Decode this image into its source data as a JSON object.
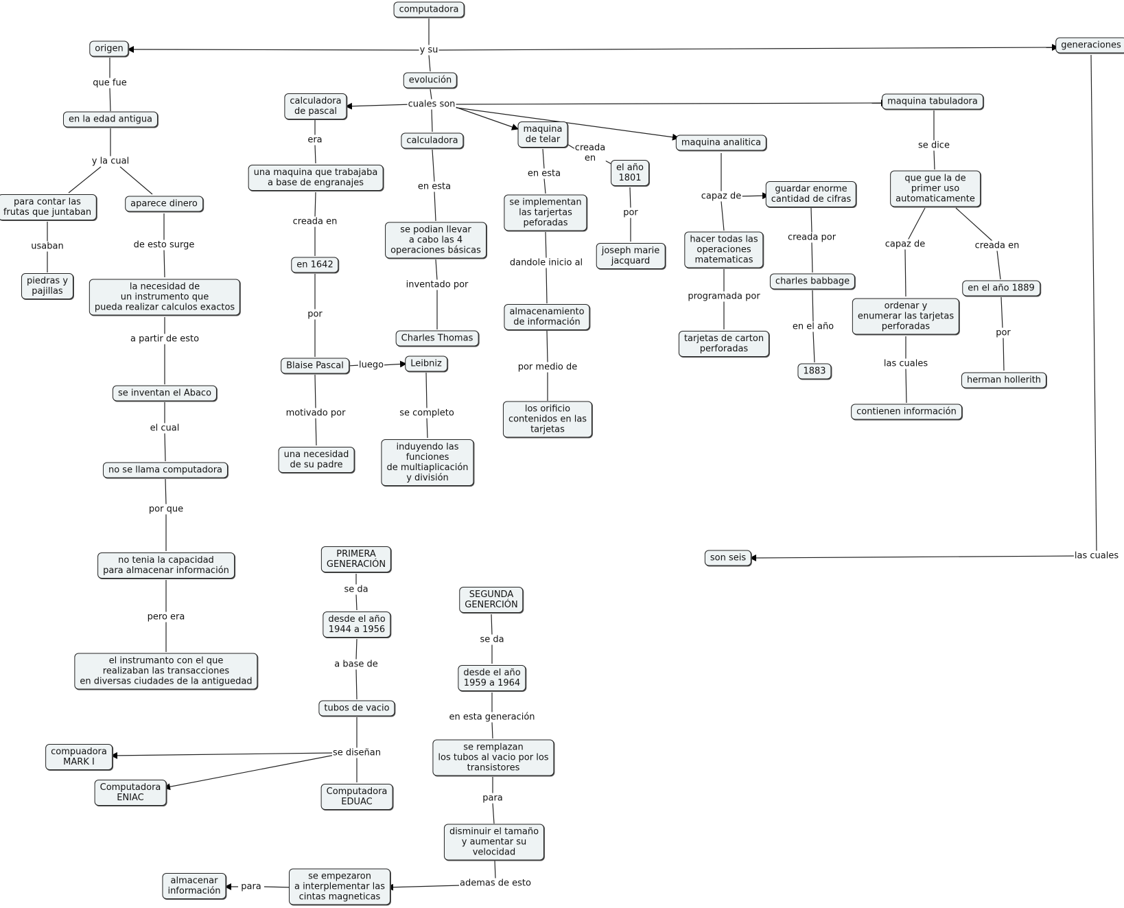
{
  "nodes": {
    "computadora": "computadora",
    "origen": "origen",
    "generaciones": "generaciones",
    "evolucion": "evolución",
    "calc_pascal": "calculadora\nde pascal",
    "calculadora": "calculadora",
    "maq_telar": "maquina\nde telar",
    "maq_analitica": "maquina analitica",
    "maq_tabuladora": "maquina tabuladora",
    "edad_antigua": "en la edad antigua",
    "contar_frutas": "para contar las\nfrutas que juntaban",
    "aparece_dinero": "aparece dinero",
    "piedras": "piedras y\npajillas",
    "necesidad_instr": "la necesidad de\nun instrumento que\npueda realizar calculos exactos",
    "abaco": "se inventan el Abaco",
    "no_computadora": "no se llama computadora",
    "no_capacidad": "no tenia la capacidad\npara almacenar información",
    "instrumento": "el instrumanto con el que\nrealizaban las transacciones\nen diversas ciudades de la antiguedad",
    "maq_engranajes": "una maquina que trabajaba\na base de engranajes",
    "en1642": "en 1642",
    "blaise": "Blaise Pascal",
    "leibniz": "Leibniz",
    "necesidad_padre": "una necesidad\nde su padre",
    "funciones": "induyendo las\nfunciones\nde multiaplicación\ny división",
    "operaciones4": "se podian llevar\na cabo las 4\noperaciones básicas",
    "thomas": "Charles Thomas",
    "tarjetas_perf": "se implementan\nlas tarjertas\npeforadas",
    "almacenamiento": "almacenamiento\nde información",
    "orificio": "los orificio\ncontenidos en las\ntarjetas",
    "ano1801": "el año\n1801",
    "jacquard": "joseph marie\njacquard",
    "todas_ops": "hacer todas las\noperaciones\nmatematicas",
    "carton": "tarjetas de carton\nperforadas",
    "guardar": "guardar enorme\ncantidad de cifras",
    "babbage": "charles babbage",
    "y1883": "1883",
    "primer_uso": "que gue la de\nprimer uso\nautomaticamente",
    "ordenar": "ordenar y\nenumerar las tarjetas\nperforadas",
    "contienen": "contienen información",
    "ano1889": "en el año 1889",
    "hollerith": "herman hollerith",
    "son_seis": "son seis",
    "primera_gen": "PRIMERA\nGENERACIÓN",
    "desde1944": "desde el año\n1944 a 1956",
    "tubos": "tubos de vacio",
    "mark1": "compuadora\nMARK I",
    "eniac": "Computadora\nENIAC",
    "eduac": "Computadora\nEDUAC",
    "segunda_gen": "SEGUNDA\nGENERCIÓN",
    "desde1959": "desde el año\n1959 a 1964",
    "transistores": "se remplazan\nlos tubos al vacio por los\ntransistores",
    "disminuir": "disminuir el tamaño\ny aumentar su\nvelocidad",
    "cintas": "se empezaron\na interplementar las\ncintas magneticas",
    "almacenar": "almacenar\ninformación"
  },
  "links": {
    "y_su": "y su",
    "que_fue": "que fue",
    "cuales_son": "cuales son",
    "y_la_cual": "y la cual",
    "usaban": "usaban",
    "de_esto_surge": "de esto surge",
    "a_partir": "a partir de esto",
    "el_cual": "el cual",
    "por_que": "por que",
    "pero_era": "pero era",
    "era": "era",
    "creada_en_1": "creada en",
    "por_1": "por",
    "luego": "luego",
    "motivado": "motivado por",
    "se_completo": "se completo",
    "en_esta_1": "en esta",
    "inventado": "inventado por",
    "en_esta_2": "en esta",
    "dandole": "dandole inicio al",
    "por_medio": "por medio de",
    "creada_en_2": "creada\nen",
    "por_2": "por",
    "capaz_de_1": "capaz de",
    "programada": "programada por",
    "creada_por": "creada por",
    "en_el_ano": "en el año",
    "se_dice": "se dice",
    "capaz_de_2": "capaz de",
    "las_cuales_1": "las cuales",
    "creada_en_3": "creada en",
    "por_3": "por",
    "las_cuales_2": "las cuales",
    "se_da_1": "se da",
    "a_base_de": "a base de",
    "se_disenan": "se diseñan",
    "se_da_2": "se da",
    "en_esta_gen": "en esta generación",
    "para_1": "para",
    "ademas": "ademas de esto",
    "para_2": "para"
  }
}
